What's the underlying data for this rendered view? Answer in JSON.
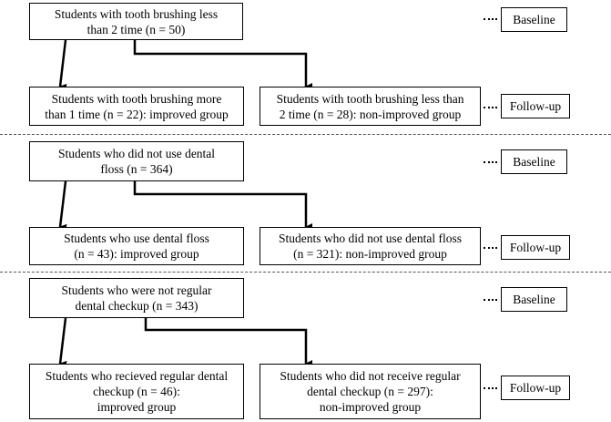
{
  "sections": [
    {
      "baseline": [
        "Students with tooth brushing less",
        "than 2 time (n = 50)"
      ],
      "improved": [
        "Students with tooth brushing more",
        "than 1 time (n = 22): improved group"
      ],
      "nonimproved": [
        "Students with tooth brushing less than",
        "2 time (n = 28): non-improved group"
      ]
    },
    {
      "baseline": [
        "Students who did not use dental",
        "floss (n = 364)"
      ],
      "improved": [
        "Students who use dental floss",
        "(n = 43): improved group"
      ],
      "nonimproved": [
        "Students who did not use dental floss",
        "(n = 321): non-improved group"
      ]
    },
    {
      "baseline": [
        "Students who were not regular",
        "dental checkup (n = 343)"
      ],
      "improved": [
        "Students who recieved regular dental",
        "checkup (n = 46):",
        "improved group"
      ],
      "nonimproved": [
        "Students who did not receive regular",
        "dental checkup (n = 297):",
        "non-improved group"
      ]
    }
  ],
  "labels": {
    "baseline": "Baseline",
    "followup": "Follow-up"
  }
}
